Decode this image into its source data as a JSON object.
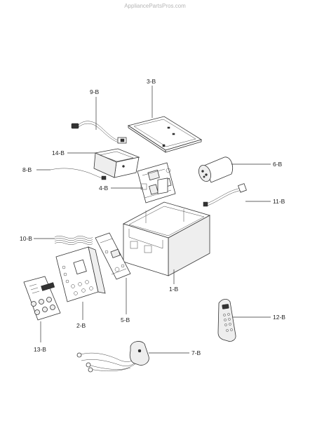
{
  "watermark": "AppliancePartsPros.com",
  "labels": {
    "p1": "1-B",
    "p2": "2-B",
    "p3": "3-B",
    "p4": "4-B",
    "p5": "5-B",
    "p6": "6-B",
    "p7": "7-B",
    "p8": "8-B",
    "p9": "9-B",
    "p10": "10-B",
    "p11": "11-B",
    "p12": "12-B",
    "p13": "13-B",
    "p14": "14-B"
  }
}
